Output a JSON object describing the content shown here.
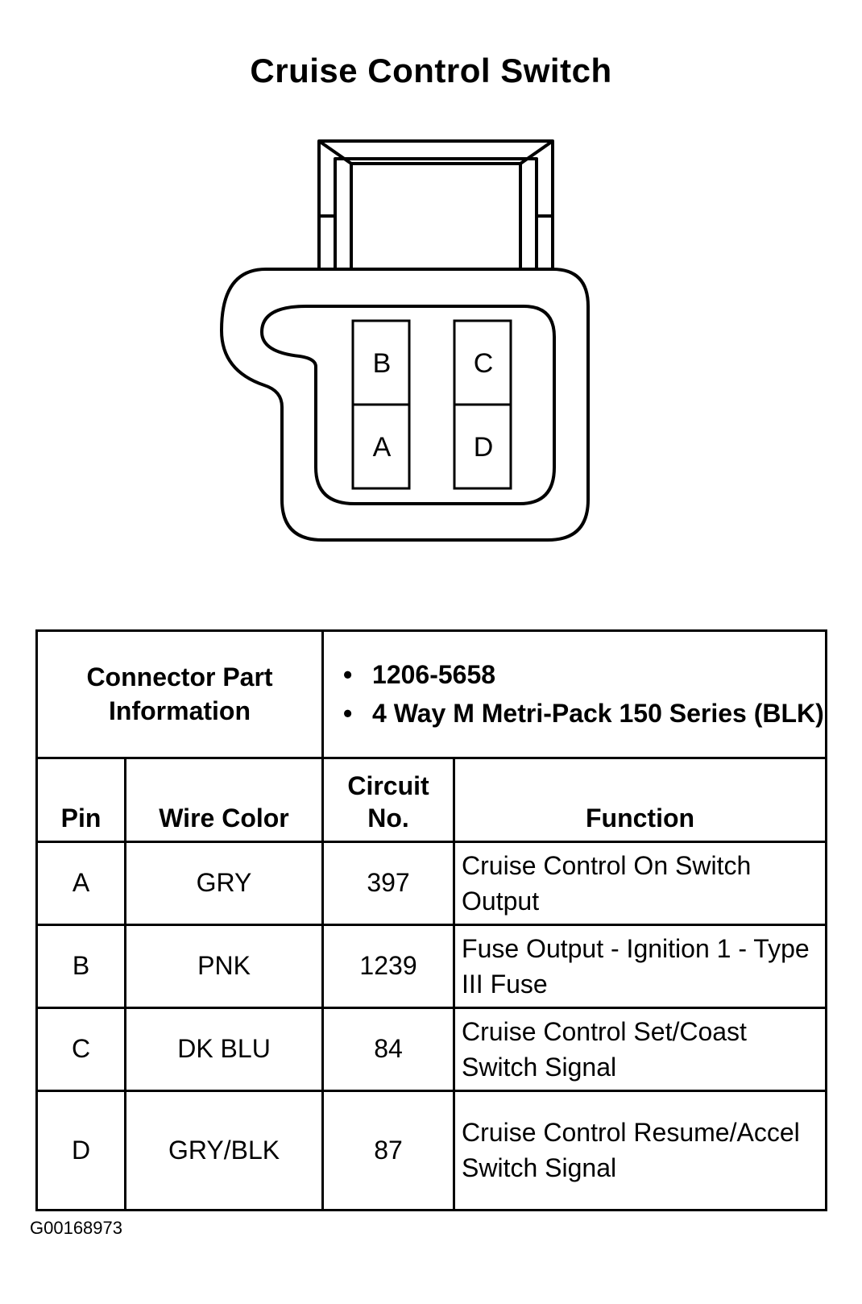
{
  "title": "Cruise Control Switch",
  "connector": {
    "pins": [
      {
        "label": "B"
      },
      {
        "label": "C"
      },
      {
        "label": "A"
      },
      {
        "label": "D"
      }
    ]
  },
  "table": {
    "connector_part_label": "Connector Part Information",
    "connector_part_items": [
      "1206-5658",
      "4 Way M Metri-Pack 150 Series (BLK)"
    ],
    "headers": {
      "pin": "Pin",
      "wire_color": "Wire Color",
      "circuit_no": "Circuit No.",
      "function": "Function"
    },
    "rows": [
      {
        "pin": "A",
        "wire_color": "GRY",
        "circuit_no": "397",
        "function": "Cruise Control On Switch Output"
      },
      {
        "pin": "B",
        "wire_color": "PNK",
        "circuit_no": "1239",
        "function": "Fuse Output - Ignition 1 - Type III Fuse"
      },
      {
        "pin": "C",
        "wire_color": "DK BLU",
        "circuit_no": "84",
        "function": "Cruise Control Set/Coast Switch Signal"
      },
      {
        "pin": "D",
        "wire_color": "GRY/BLK",
        "circuit_no": "87",
        "function": "Cruise Control Resume/Accel Switch Signal"
      }
    ]
  },
  "figure_code": "G00168973"
}
